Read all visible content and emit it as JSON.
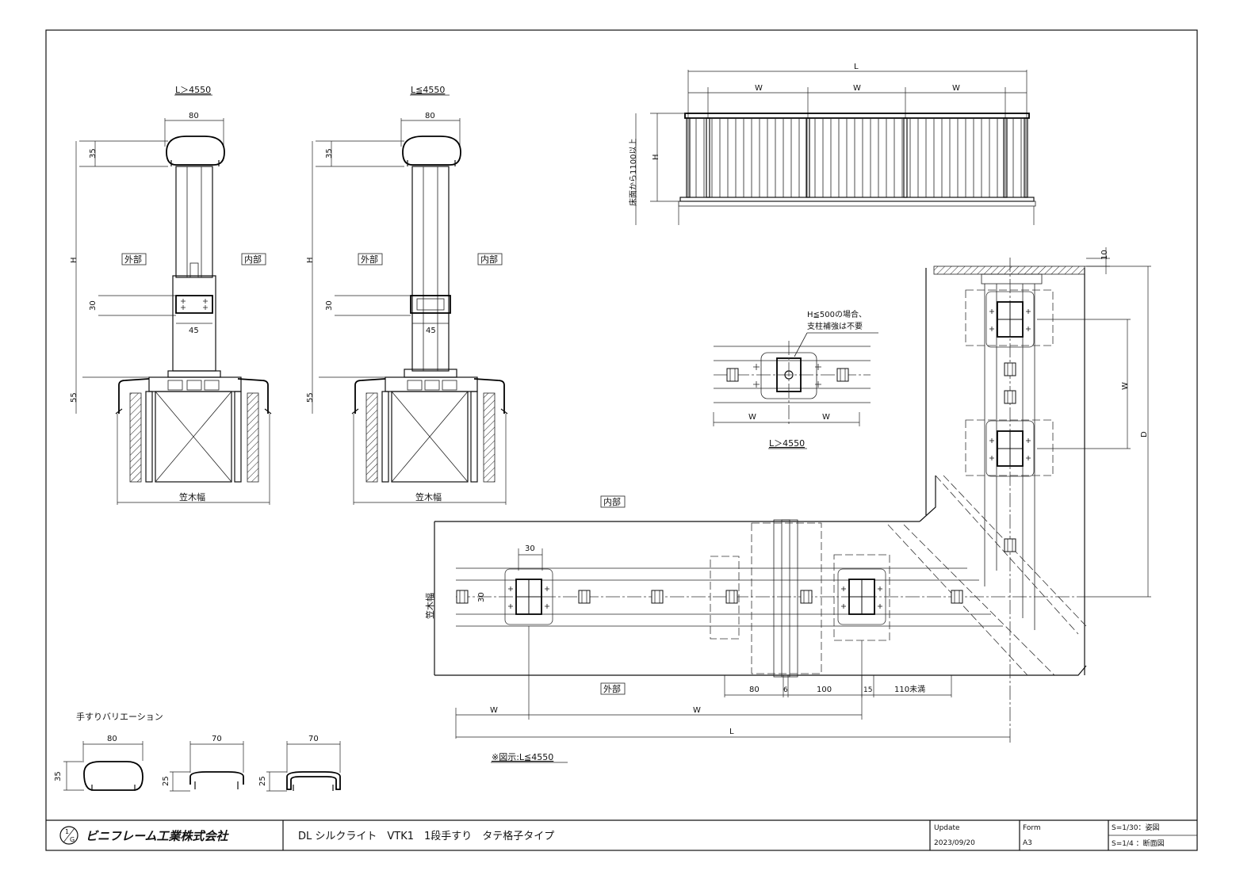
{
  "labels": {
    "sec1_title": "L＞4550",
    "sec2_title": "L≦4550",
    "w80": "80",
    "h35": "35",
    "H": "H",
    "outer": "外部",
    "inner": "内部",
    "h30": "30",
    "w45": "45",
    "h55": "55",
    "kasagi_width": "笠木幅",
    "elev_L": "L",
    "elev_W": "W",
    "elev_H": "H",
    "floor_note": "床面から1100以上",
    "plan_inner": "内部",
    "plan_outer": "外部",
    "plan_30": "30",
    "plan_30v": "30",
    "plan_80": "80",
    "plan_6": "6",
    "plan_100": "100",
    "plan_15": "15",
    "plan_110": "110未満",
    "plan_W": "W",
    "plan_L": "L",
    "plan_D": "D",
    "plan_10": "10",
    "detail_note_1": "H≦500の場合、",
    "detail_note_2": "支柱補強は不要",
    "detail_W": "W",
    "detail_title": "L＞4550",
    "illus_note": "※図示:L≦4550",
    "variation_title": "手すりバリエーション",
    "var_80": "80",
    "var_70a": "70",
    "var_70b": "70",
    "var_35": "35",
    "var_25a": "25",
    "var_25b": "25"
  },
  "title_block": {
    "company": "ビニフレーム工業株式会社",
    "drawing_title": "DL シルクライト　VTK1　1段手すり　タテ格子タイプ",
    "update_label": "Update",
    "update_date": "2023/09/20",
    "form_label": "Form",
    "form_value": "A3",
    "scale_1": "S=1/30：姿図",
    "scale_2": "S=1/4 ：断面図"
  }
}
